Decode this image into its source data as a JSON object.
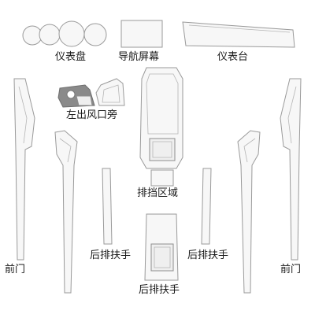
{
  "labels": {
    "instrument_panel": "仪表盘",
    "navigation_screen": "导航屏幕",
    "dashboard": "仪表台",
    "air_vent_side": "左出风口旁",
    "gear_area": "排挡区域",
    "rear_armrest_left": "后排扶手",
    "rear_armrest_right": "后排扶手",
    "rear_armrest_center": "后排扶手",
    "front_door_left": "前门",
    "front_door_right": "前门"
  }
}
